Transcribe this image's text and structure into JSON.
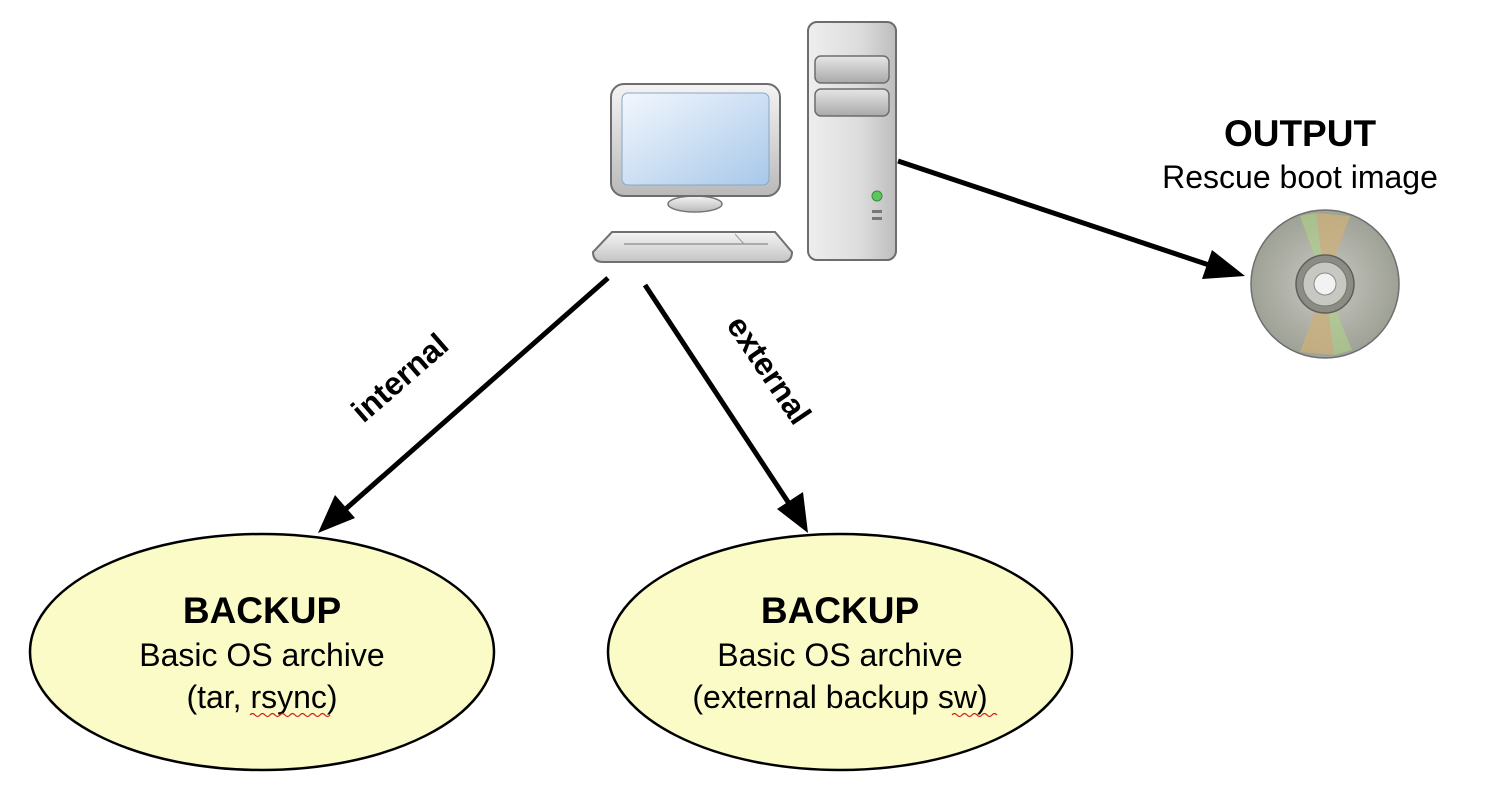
{
  "output": {
    "title": "OUTPUT",
    "subtitle": "Rescue boot image"
  },
  "edges": {
    "internal_label": "internal",
    "external_label": "external"
  },
  "backup_internal": {
    "title": "BACKUP",
    "line1": "Basic OS archive",
    "line2_prefix": "(tar, ",
    "line2_underlined": "rsync",
    "line2_suffix": ")"
  },
  "backup_external": {
    "title": "BACKUP",
    "line1": "Basic OS archive",
    "line2_prefix": "(external backup ",
    "line2_underlined": "sw",
    "line2_suffix": ")"
  },
  "colors": {
    "ellipse_fill": "#fbfbc8",
    "line": "#000000",
    "spellcheck_underline": "#cc2222"
  },
  "icons": {
    "computer": "desktop-computer-icon",
    "disc": "optical-disc-icon"
  }
}
